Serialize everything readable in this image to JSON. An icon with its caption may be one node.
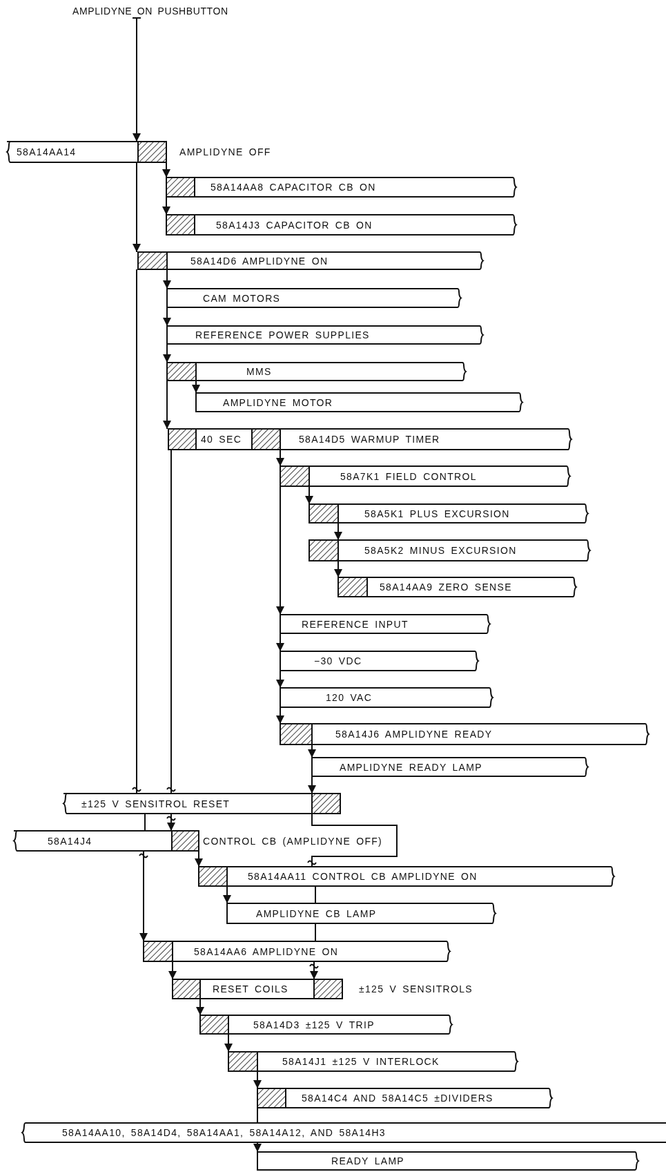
{
  "diagram": {
    "nodes": [
      {
        "text": [
          "AMPLIDYNE ON PUSHBUTTON"
        ]
      },
      {
        "text": [
          "58A14AA14"
        ],
        "beside": [
          "AMPLIDYNE OFF"
        ]
      },
      {
        "text": [
          "58A14AA8 CAPACITOR CB ON"
        ]
      },
      {
        "text": [
          "58A14J3 CAPACITOR CB ON"
        ]
      },
      {
        "text": [
          "58A14D6 AMPLIDYNE ON"
        ]
      },
      {
        "text": [
          "CAM MOTORS"
        ]
      },
      {
        "text": [
          "REFERENCE POWER SUPPLIES"
        ]
      },
      {
        "text": [
          "MMS"
        ]
      },
      {
        "text": [
          "AMPLIDYNE MOTOR"
        ]
      },
      {
        "text": [
          "40 SEC",
          "58A14D5 WARMUP TIMER"
        ]
      },
      {
        "text": [
          "58A7K1 FIELD CONTROL"
        ]
      },
      {
        "text": [
          "58A5K1 PLUS EXCURSION"
        ]
      },
      {
        "text": [
          "58A5K2 MINUS EXCURSION"
        ]
      },
      {
        "text": [
          "58A14AA9 ZERO SENSE"
        ]
      },
      {
        "text": [
          "REFERENCE INPUT"
        ]
      },
      {
        "text": [
          "−30 VDC"
        ]
      },
      {
        "text": [
          "120 VAC"
        ]
      },
      {
        "text": [
          "58A14J6 AMPLIDYNE READY"
        ]
      },
      {
        "text": [
          "AMPLIDYNE READY LAMP"
        ]
      },
      {
        "text": [
          "±125 V SENSITROL RESET"
        ]
      },
      {
        "text": [
          "58A14J4"
        ],
        "beside": [
          "CONTROL CB (AMPLIDYNE OFF)"
        ]
      },
      {
        "text": [
          "58A14AA11 CONTROL CB AMPLIDYNE ON"
        ]
      },
      {
        "text": [
          "AMPLIDYNE CB LAMP"
        ]
      },
      {
        "text": [
          "58A14AA6 AMPLIDYNE ON"
        ]
      },
      {
        "text": [
          "RESET COILS"
        ],
        "beside": [
          "±125 V SENSITROLS"
        ]
      },
      {
        "text": [
          "58A14D3 ±125 V TRIP"
        ]
      },
      {
        "text": [
          "58A14J1 ±125 V INTERLOCK"
        ]
      },
      {
        "text": [
          "58A14C4 AND 58A14C5 ±DIVIDERS"
        ]
      },
      {
        "text": [
          "58A14AA10, 58A14D4, 58A14AA1, 58A14A12, AND 58A14H3"
        ]
      },
      {
        "text": [
          "READY LAMP"
        ]
      }
    ],
    "edges": [
      {
        "from": 0,
        "to": 1,
        "arrow": "to"
      },
      {
        "from": 1,
        "to": 4,
        "arrow": "to"
      },
      {
        "from": 1,
        "to": 2,
        "arrow": "to"
      },
      {
        "from": 2,
        "to": 3,
        "arrow": "to"
      },
      {
        "from": 4,
        "to": 5,
        "arrow": "to"
      },
      {
        "from": 5,
        "to": 6,
        "arrow": "to"
      },
      {
        "from": 6,
        "to": 7,
        "arrow": "to"
      },
      {
        "from": 7,
        "to": 9,
        "arrow": "to"
      },
      {
        "from": 7,
        "to": 8,
        "arrow": "to"
      },
      {
        "from": 9,
        "to": 10,
        "arrow": "to"
      },
      {
        "from": 10,
        "to": 11,
        "arrow": "to"
      },
      {
        "from": 11,
        "to": 12,
        "arrow": "to"
      },
      {
        "from": 12,
        "to": 13,
        "arrow": "to"
      },
      {
        "from": 10,
        "to": 14,
        "arrow": "to"
      },
      {
        "from": 14,
        "to": 15,
        "arrow": "to"
      },
      {
        "from": 15,
        "to": 16,
        "arrow": "to"
      },
      {
        "from": 16,
        "to": 17,
        "arrow": "to"
      },
      {
        "from": 17,
        "to": 18,
        "arrow": "to"
      },
      {
        "from": 18,
        "to": 19,
        "arrow": "to"
      },
      {
        "from": 4,
        "to": 19,
        "arrow": "none"
      },
      {
        "from": 9,
        "to": 19,
        "arrow": "none"
      },
      {
        "from": 19,
        "to": 20,
        "arrow": "other"
      },
      {
        "from": 19,
        "to": 20,
        "arrow": "to"
      },
      {
        "from": 19,
        "to": 21,
        "arrow": "none"
      },
      {
        "from": 20,
        "to": 21,
        "arrow": "to"
      },
      {
        "from": 21,
        "to": 22,
        "arrow": "to"
      },
      {
        "from": 21,
        "to": 22,
        "arrow": "other"
      },
      {
        "from": 22,
        "to": 23,
        "arrow": "other"
      },
      {
        "from": 20,
        "to": 23,
        "arrow": "to"
      },
      {
        "from": 23,
        "to": 24,
        "arrow": "to"
      },
      {
        "from": 23,
        "to": 24,
        "arrow": "to"
      },
      {
        "from": 24,
        "to": 25,
        "arrow": "to"
      },
      {
        "from": 25,
        "to": 26,
        "arrow": "to"
      },
      {
        "from": 26,
        "to": 27,
        "arrow": "to"
      },
      {
        "from": 27,
        "to": 28,
        "arrow": "none"
      },
      {
        "from": 28,
        "to": 29,
        "arrow": "to"
      }
    ]
  }
}
